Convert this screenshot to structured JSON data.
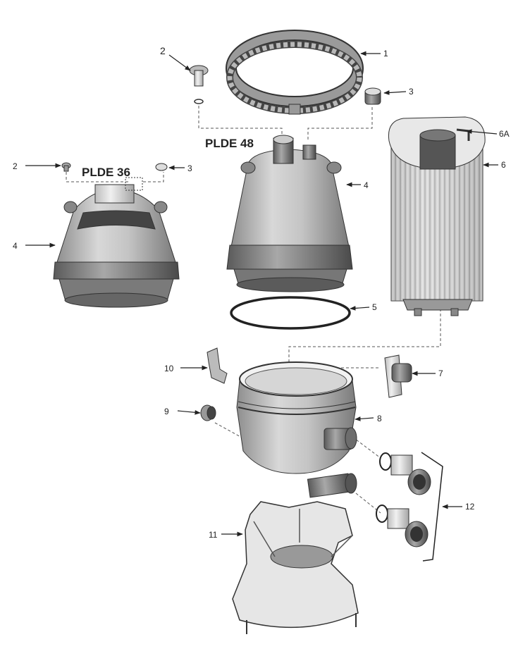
{
  "models": {
    "plde48": "PLDE 48",
    "plde36": "PLDE 36"
  },
  "callouts": {
    "c1": "1",
    "c2_top": "2",
    "c3_top": "3",
    "c6a": "6A",
    "c6": "6",
    "c2_left": "2",
    "c3_left": "3",
    "c4_left": "4",
    "c4_mid": "4",
    "c5": "5",
    "c10": "10",
    "c7": "7",
    "c9": "9",
    "c8": "8",
    "c12": "12",
    "c11": "11"
  }
}
